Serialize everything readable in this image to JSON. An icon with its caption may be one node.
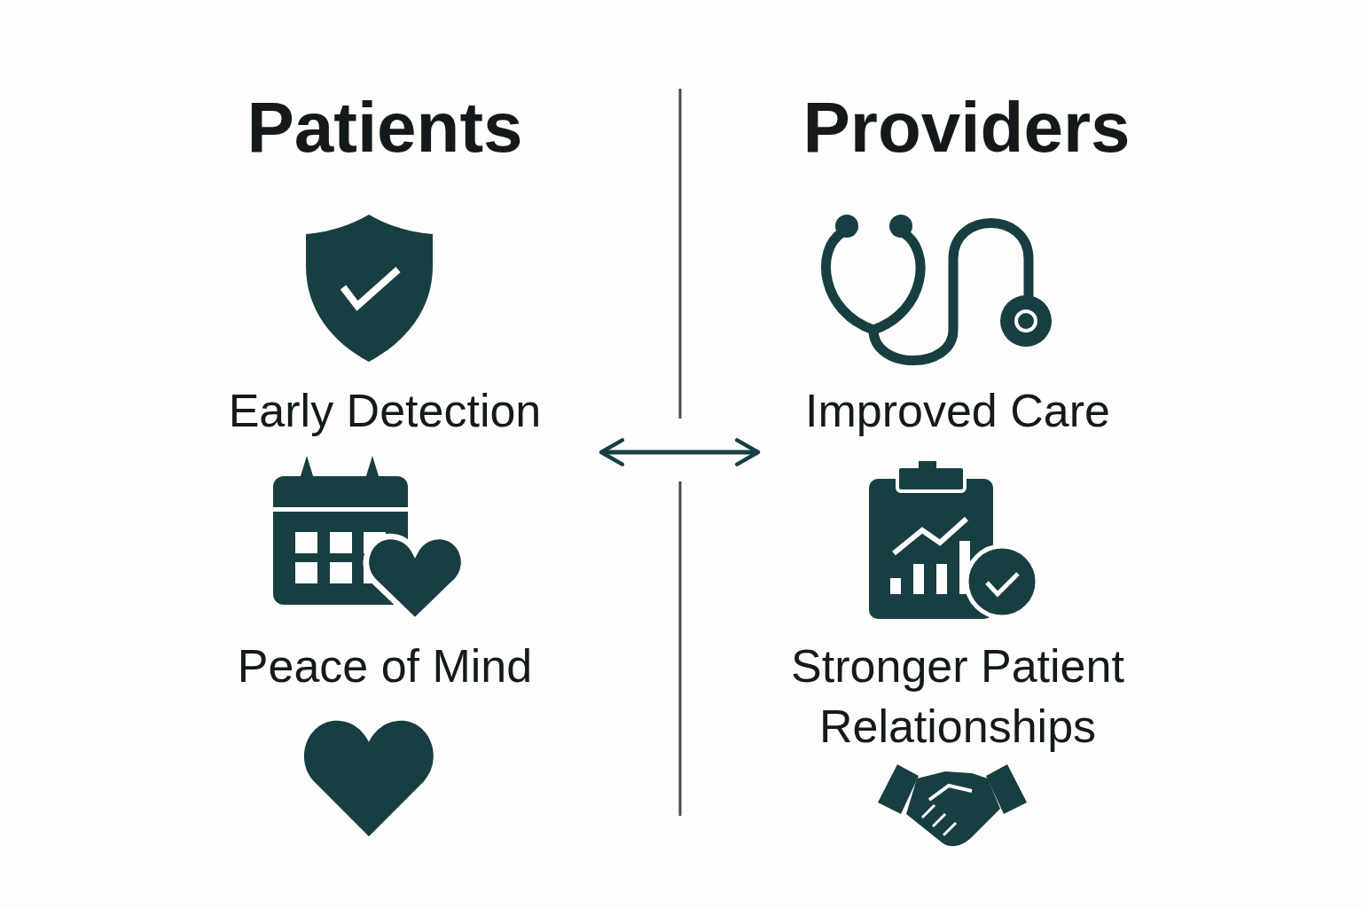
{
  "diagram": {
    "nodes": [
      {
        "text": [
          "Patients",
          "Early Detection",
          "Peace of Mind"
        ]
      },
      {
        "text": [
          "Providers",
          "Improved Care",
          "Stronger Patient Relationships"
        ]
      }
    ],
    "edges": [
      {
        "from": 0,
        "to": 1,
        "arrow": "both"
      }
    ]
  }
}
